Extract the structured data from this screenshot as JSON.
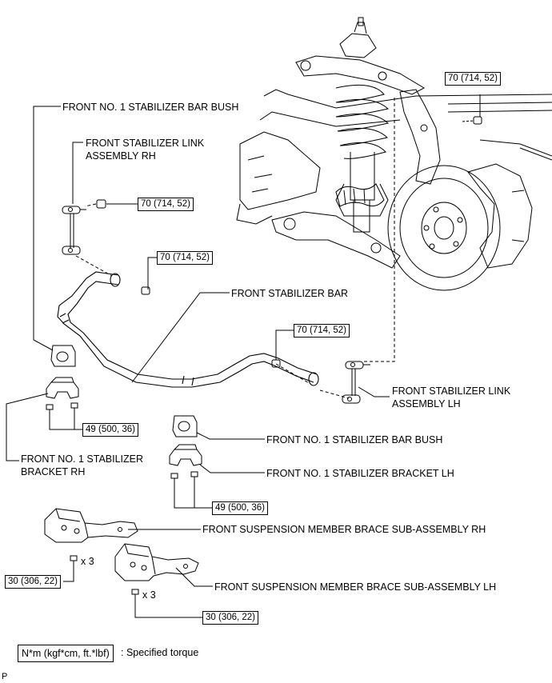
{
  "labels": {
    "bush_rh_top": "FRONT NO. 1 STABILIZER BAR BUSH",
    "link_rh_1": "FRONT STABILIZER LINK",
    "link_rh_2": "ASSEMBLY RH",
    "stab_bar": "FRONT STABILIZER BAR",
    "link_lh_1": "FRONT STABILIZER LINK",
    "link_lh_2": "ASSEMBLY LH",
    "bracket_rh_1": "FRONT NO. 1 STABILIZER",
    "bracket_rh_2": "BRACKET RH",
    "bush_lh": "FRONT NO. 1 STABILIZER BAR BUSH",
    "bracket_lh": "FRONT NO. 1 STABILIZER BRACKET LH",
    "brace_rh": "FRONT SUSPENSION MEMBER BRACE SUB-ASSEMBLY RH",
    "brace_lh": "FRONT SUSPENSION MEMBER BRACE SUB-ASSEMBLY LH"
  },
  "torques": {
    "nut_knuckle": "70 (714, 52)",
    "nut_link_rh_top": "70 (714, 52)",
    "nut_link_rh_bottom": "70 (714, 52)",
    "nut_link_lh_bottom": "70 (714, 52)",
    "bolt_bracket_rh": "49 (500, 36)",
    "bolt_bracket_lh": "49 (500, 36)",
    "bolt_brace_rh": "30 (306, 22)",
    "bolt_brace_lh": "30 (306, 22)"
  },
  "multipliers": {
    "brace_rh": "x 3",
    "brace_lh": "x 3"
  },
  "legend": {
    "box": "N*m (kgf*cm, ft.*lbf)",
    "text": ": Specified torque"
  },
  "corner_mark": "P"
}
